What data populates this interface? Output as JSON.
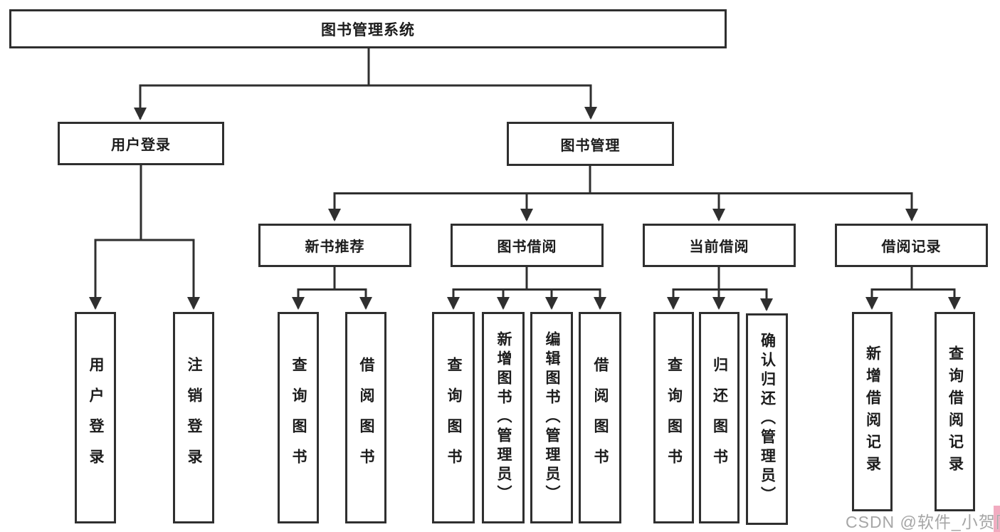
{
  "tree": {
    "root": "图书管理系统",
    "children": [
      {
        "label": "用户登录",
        "children": [
          "用户登录",
          "注销登录"
        ]
      },
      {
        "label": "图书管理",
        "children": [
          {
            "label": "新书推荐",
            "children": [
              "查询图书",
              "借阅图书"
            ]
          },
          {
            "label": "图书借阅",
            "children": [
              "查询图书",
              "新增图书（管理员）",
              "编辑图书（管理员）",
              "借阅图书"
            ]
          },
          {
            "label": "当前借阅",
            "children": [
              "查询图书",
              "归还图书",
              "确认归还（管理员）"
            ]
          },
          {
            "label": "借阅记录",
            "children": [
              "新增借阅记录",
              "查询借阅记录"
            ]
          }
        ]
      }
    ]
  },
  "watermark": {
    "text": "CSDN @软件_小贺同学"
  },
  "colors": {
    "line": "#2f2f2f",
    "box_border": "#2f2f2f",
    "box_fill": "#ffffff",
    "text": "#1c1c1c",
    "watermark_text": "#a6a6a6",
    "watermark_accent": "#f2abc0"
  }
}
